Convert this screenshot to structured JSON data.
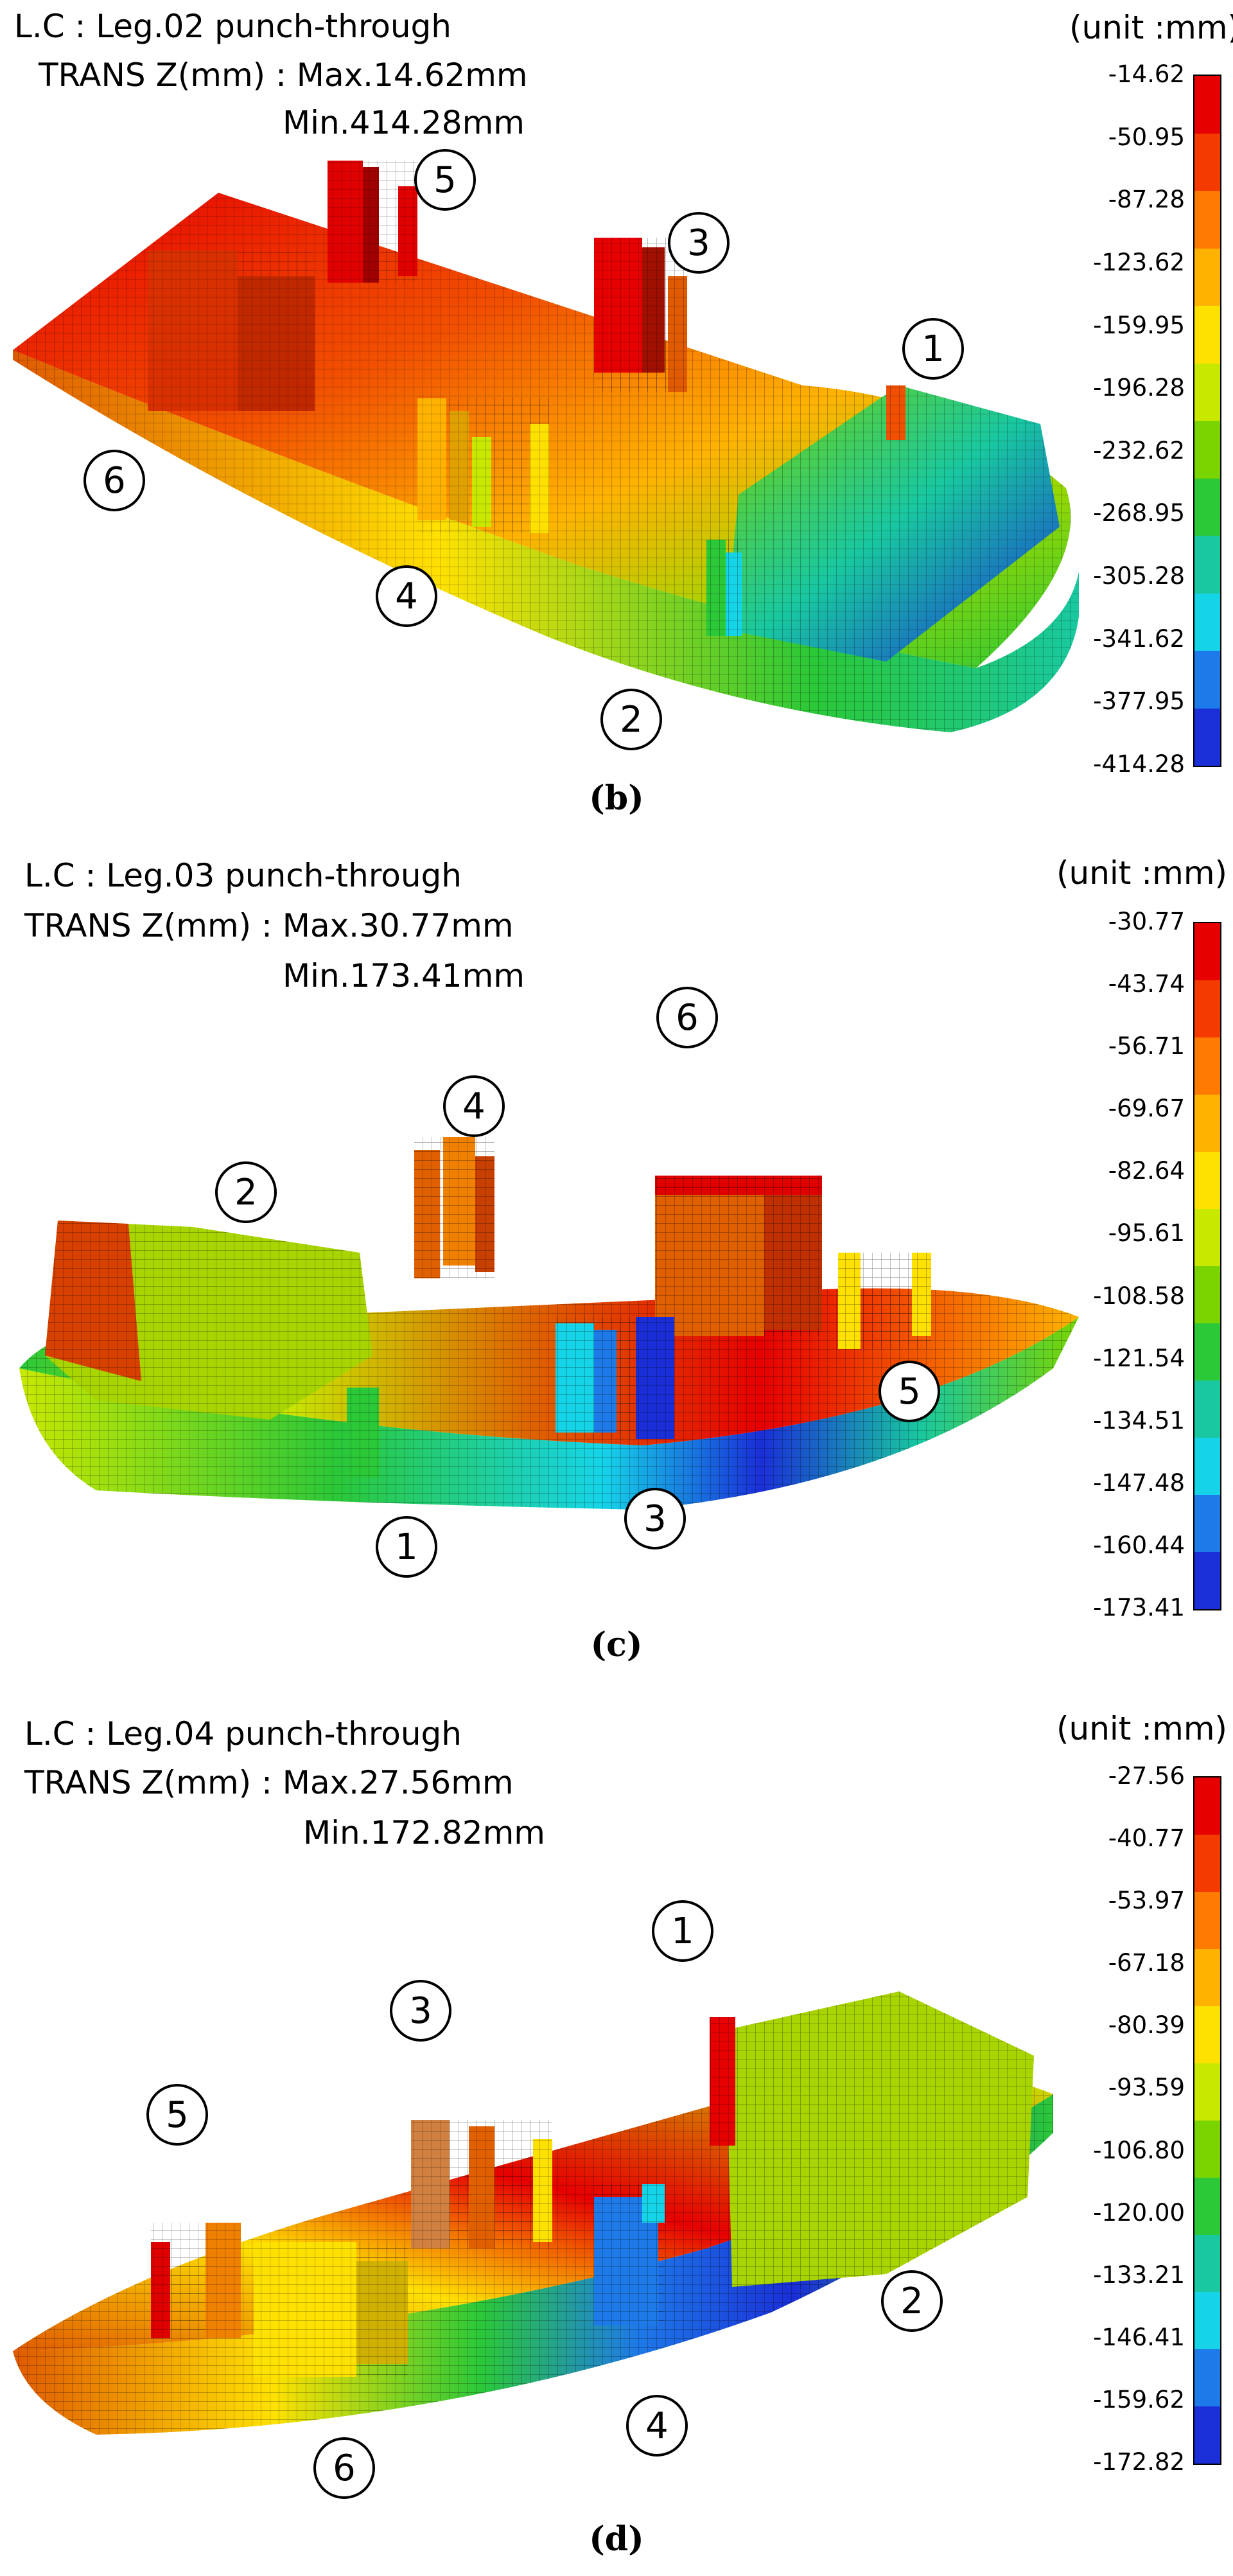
{
  "colors": {
    "scale": [
      "#e60000",
      "#f53a00",
      "#ff7a00",
      "#ffb300",
      "#ffe100",
      "#c8e800",
      "#7ad400",
      "#2bc838",
      "#19c8a0",
      "#16d4e8",
      "#1e7ae8",
      "#1a2fd8"
    ],
    "outline": "#000000"
  },
  "panels": [
    {
      "caption": "(b)",
      "lc": "L.C : Leg.02 punch-through",
      "trans": "TRANS Z(mm) : Max.14.62mm",
      "min": "Min.414.28mm",
      "unit": "(unit :mm)",
      "ticks": [
        "-14.62",
        "-50.95",
        "-87.28",
        "-123.62",
        "-159.95",
        "-196.28",
        "-232.62",
        "-268.95",
        "-305.28",
        "-341.62",
        "-377.95",
        "-414.28"
      ],
      "legs": [
        "1",
        "2",
        "3",
        "4",
        "5",
        "6"
      ]
    },
    {
      "caption": "(c)",
      "lc": "L.C : Leg.03 punch-through",
      "trans": "TRANS Z(mm) : Max.30.77mm",
      "min": "Min.173.41mm",
      "unit": "(unit :mm)",
      "ticks": [
        "-30.77",
        "-43.74",
        "-56.71",
        "-69.67",
        "-82.64",
        "-95.61",
        "-108.58",
        "-121.54",
        "-134.51",
        "-147.48",
        "-160.44",
        "-173.41"
      ],
      "legs": [
        "1",
        "2",
        "3",
        "4",
        "5",
        "6"
      ]
    },
    {
      "caption": "(d)",
      "lc": "L.C : Leg.04 punch-through",
      "trans": "TRANS Z(mm) : Max.27.56mm",
      "min": "Min.172.82mm",
      "unit": "(unit :mm)",
      "ticks": [
        "-27.56",
        "-40.77",
        "-53.97",
        "-67.18",
        "-80.39",
        "-93.59",
        "-106.80",
        "-120.00",
        "-133.21",
        "-146.41",
        "-159.62",
        "-172.82"
      ],
      "legs": [
        "1",
        "2",
        "3",
        "4",
        "5",
        "6"
      ]
    }
  ]
}
